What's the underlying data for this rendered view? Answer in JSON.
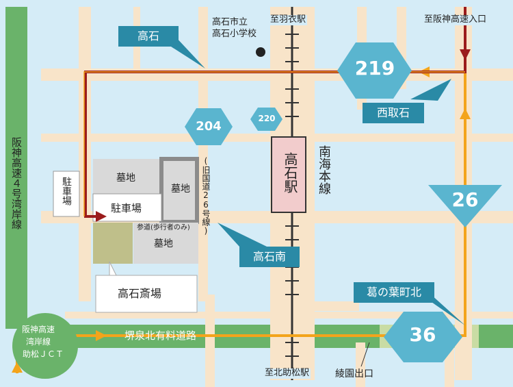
{
  "callouts": {
    "takaishi": "高石",
    "nishitoriishi": "西取石",
    "takaishi_minami": "高石南",
    "kuzunoha_north": "葛の葉町北"
  },
  "routes": {
    "r219": "219",
    "r204": "204",
    "r220": "220",
    "r26": "26",
    "r36": "36"
  },
  "labels": {
    "school_line1": "高石市立",
    "school_line2": "高石小学校",
    "to_hagoromo": "至羽衣駅",
    "to_hanshin_entrance": "至阪神高速入口",
    "hanshin_route4": "阪神高速４号湾岸線",
    "parking_side": "駐車場",
    "old_route26": "(旧国道26号線)",
    "takaishi_station": "高石駅",
    "nankai_line": "南海本線",
    "cemetery": "墓地",
    "parking": "駐車場",
    "approach_road": "参道(歩行者のみ)",
    "funeral_hall": "高石斎場",
    "jct_line1": "阪神高速",
    "jct_line2": "湾岸線",
    "jct_line3": "助松ＪＣＴ",
    "toll_road": "堺泉北有料道路",
    "to_kitasukematsu": "至北助松駅",
    "ryoen_exit": "綾園出口"
  },
  "colors": {
    "background": "#d5ecf7",
    "road": "#f8e4c9",
    "expressway": "#6ab36a",
    "route_shield": "#5ab5cf",
    "callout": "#2a8aa6",
    "route_orange": "#f3a41b",
    "route_red": "#9b1c1c"
  }
}
